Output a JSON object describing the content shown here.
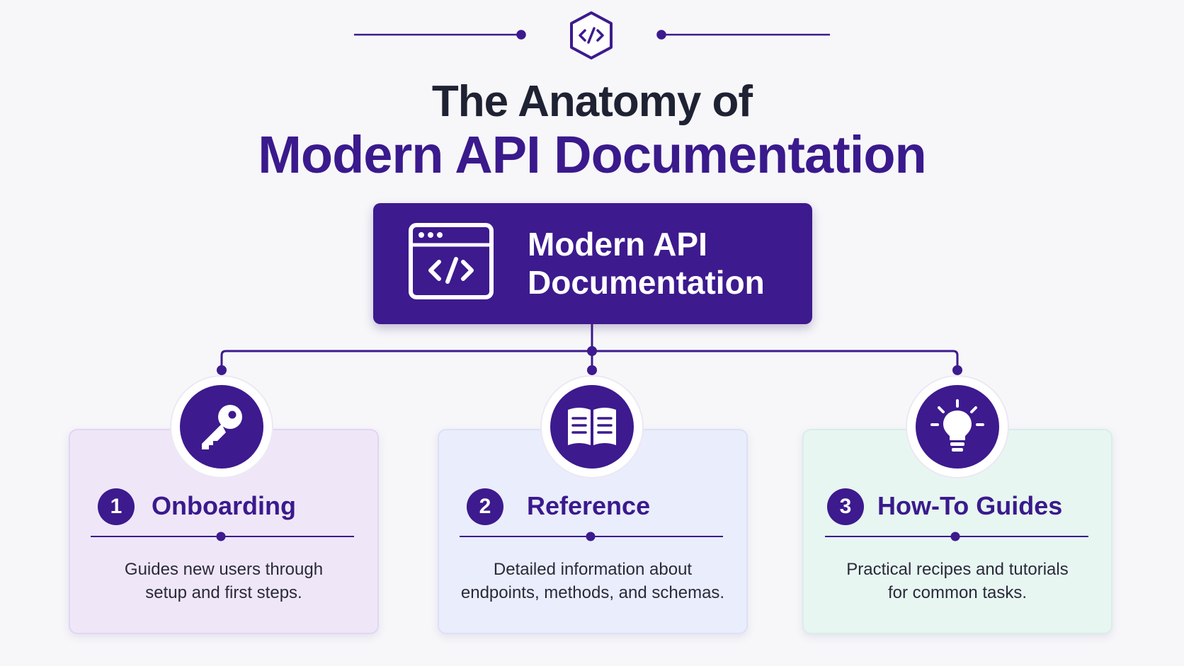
{
  "header": {
    "title_line1": "The Anatomy of",
    "title_line2": "Modern API Documentation",
    "code_icon": "code-hexagon-icon"
  },
  "root": {
    "label_line1": "Modern API",
    "label_line2": "Documentation",
    "icon": "code-window-icon"
  },
  "cards": [
    {
      "number": "1",
      "title": "Onboarding",
      "desc_line1": "Guides new users through",
      "desc_line2": "setup and first steps.",
      "icon": "key-icon"
    },
    {
      "number": "2",
      "title": "Reference",
      "desc_line1": "Detailed information about",
      "desc_line2": "endpoints, methods, and schemas.",
      "icon": "book-icon"
    },
    {
      "number": "3",
      "title": "How-To Guides",
      "desc_line1": "Practical recipes and tutorials",
      "desc_line2": "for common tasks.",
      "icon": "lightbulb-icon"
    }
  ],
  "colors": {
    "primary": "#3d1a8e",
    "title_dark": "#1f2233",
    "card_onboarding": "#efe7f8",
    "card_reference": "#eaedfb",
    "card_howto": "#e7f6f1"
  }
}
